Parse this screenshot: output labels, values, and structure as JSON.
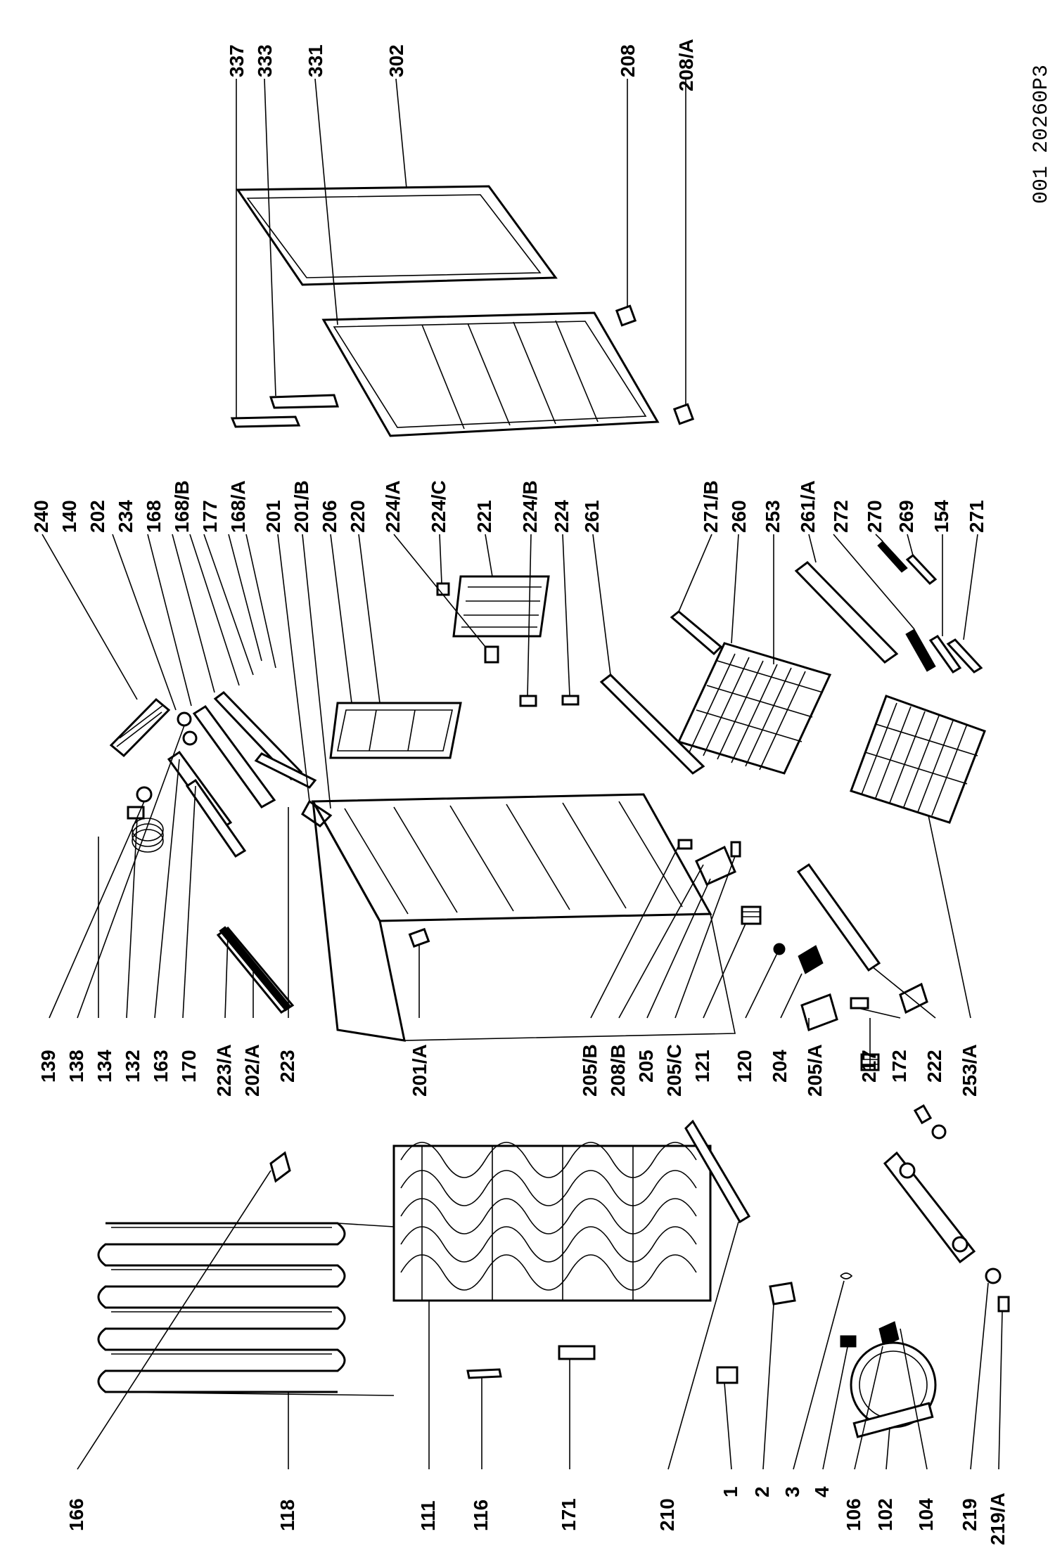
{
  "drawing_code": "001 20260P3",
  "labels": {
    "l337": "337",
    "l333": "333",
    "l331": "331",
    "l302": "302",
    "l208": "208",
    "l208a": "208/A",
    "l240": "240",
    "l140": "140",
    "l202": "202",
    "l234": "234",
    "l168": "168",
    "l168b": "168/B",
    "l177": "177",
    "l168a": "168/A",
    "l201": "201",
    "l201b": "201/B",
    "l206": "206",
    "l220": "220",
    "l224a": "224/A",
    "l224c": "224/C",
    "l221": "221",
    "l224b": "224/B",
    "l224": "224",
    "l261": "261",
    "l271b": "271/B",
    "l260": "260",
    "l253": "253",
    "l261a": "261/A",
    "l272": "272",
    "l270": "270",
    "l269": "269",
    "l154": "154",
    "l271": "271",
    "l139": "139",
    "l138": "138",
    "l134": "134",
    "l132": "132",
    "l163": "163",
    "l170": "170",
    "l223a": "223/A",
    "l202a": "202/A",
    "l223": "223",
    "l201a": "201/A",
    "l205b": "205/B",
    "l208b": "208/B",
    "l205": "205",
    "l205c": "205/C",
    "l121": "121",
    "l120": "120",
    "l204": "204",
    "l205a": "205/A",
    "l217": "217",
    "l172": "172",
    "l222": "222",
    "l253a": "253/A",
    "l166": "166",
    "l118": "118",
    "l111": "111",
    "l116": "116",
    "l171": "171",
    "l210": "210",
    "l1": "1",
    "l2": "2",
    "l3": "3",
    "l4": "4",
    "l106": "106",
    "l102": "102",
    "l104": "104",
    "l219": "219",
    "l219a": "219/A"
  }
}
